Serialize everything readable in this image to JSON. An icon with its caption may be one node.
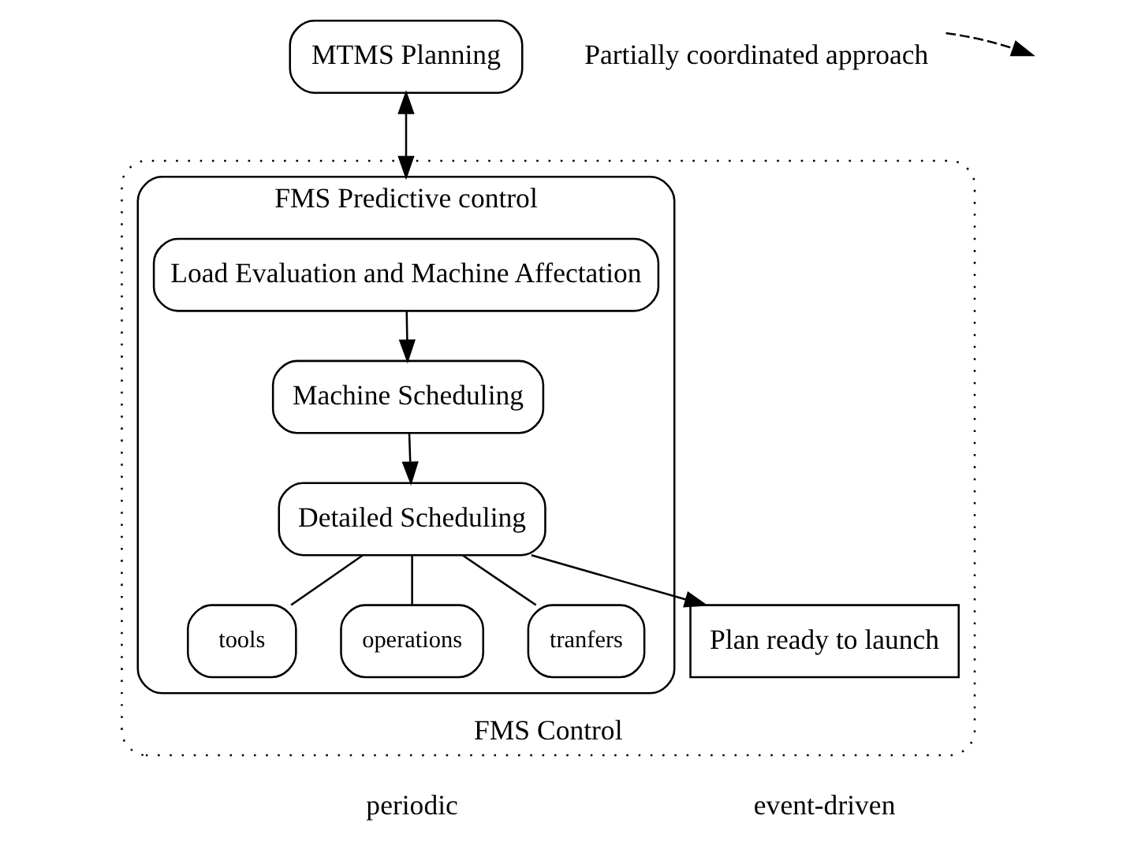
{
  "diagram": {
    "nodes": [
      {
        "text": [
          "MTMS Planning"
        ]
      },
      {
        "text": [
          "FMS Control"
        ]
      },
      {
        "text": [
          "FMS Predictive control"
        ],
        "in": 1
      },
      {
        "text": [
          "Load Evaluation and Machine Affectation"
        ],
        "in": 2
      },
      {
        "text": [
          "Machine Scheduling"
        ],
        "in": 2
      },
      {
        "text": [
          "Detailed Scheduling"
        ],
        "in": 2
      },
      {
        "text": [
          "tools"
        ],
        "in": 2
      },
      {
        "text": [
          "operations"
        ],
        "in": 2
      },
      {
        "text": [
          "tranfers"
        ],
        "in": 2
      },
      {
        "text": [
          "Plan ready to launch"
        ],
        "in": 1
      },
      {
        "text": [
          "Partially coordinated approach"
        ]
      }
    ],
    "edges": [
      {
        "from": 0,
        "to": 2,
        "arrow": "both"
      },
      {
        "from": 3,
        "to": 4,
        "arrow": "to"
      },
      {
        "from": 4,
        "to": 5,
        "arrow": "to"
      },
      {
        "from": 5,
        "to": 9,
        "arrow": "to"
      },
      {
        "from": 5,
        "to": 6,
        "arrow": "none"
      },
      {
        "from": 5,
        "to": 7,
        "arrow": "none"
      },
      {
        "from": 5,
        "to": 8,
        "arrow": "none"
      },
      {
        "from": 10,
        "to": null,
        "arrow": "to",
        "style": "dashed"
      }
    ],
    "labels": [
      "periodic",
      "event-driven"
    ]
  }
}
